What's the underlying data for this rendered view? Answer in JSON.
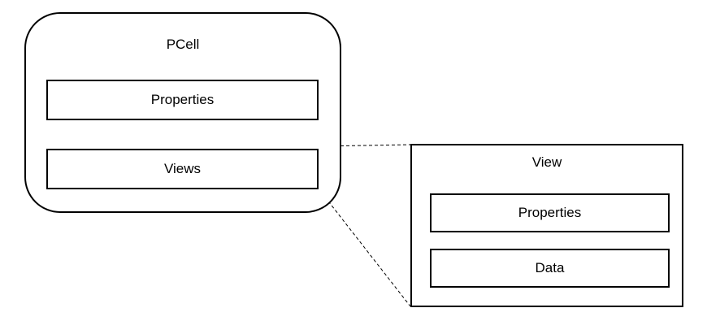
{
  "diagram": {
    "pcell": {
      "title": "PCell",
      "items": [
        "Properties",
        "Views"
      ]
    },
    "view": {
      "title": "View",
      "items": [
        "Properties",
        "Data"
      ]
    },
    "connector": {
      "from": "PCell.Views",
      "to": "View",
      "style": "dashed"
    },
    "colors": {
      "stroke": "#000000",
      "fill": "#ffffff"
    }
  }
}
